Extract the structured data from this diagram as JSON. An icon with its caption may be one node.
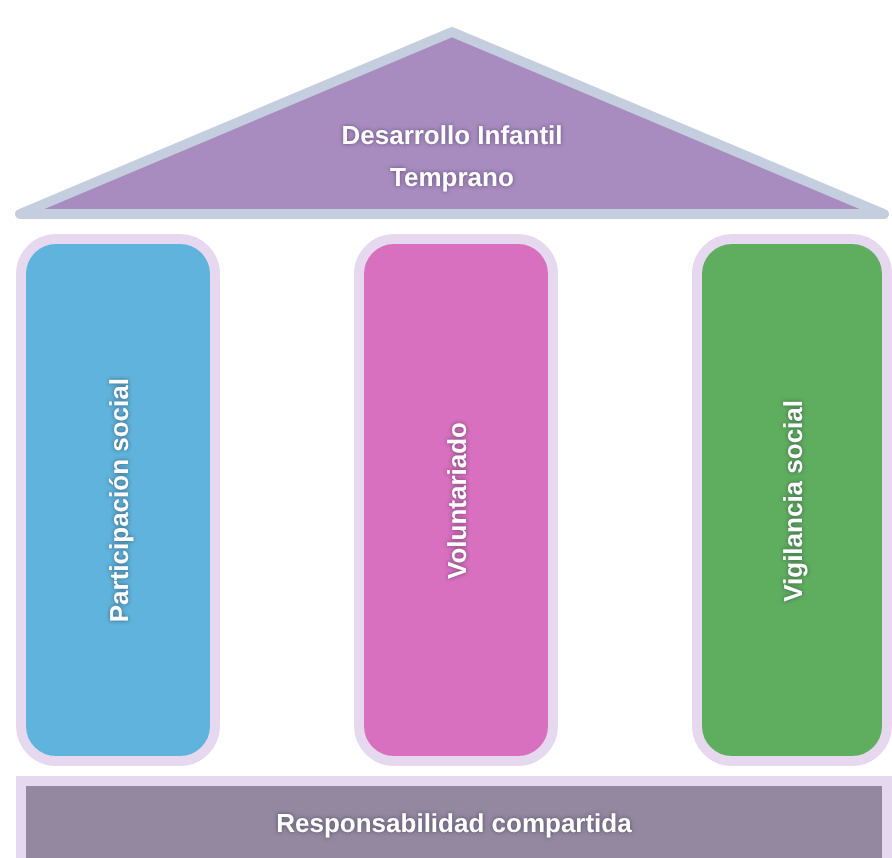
{
  "diagram": {
    "nodes": [
      {
        "text": [
          "Desarrollo Infantil Temprano"
        ]
      },
      {
        "text": [
          "Participación social"
        ]
      },
      {
        "text": [
          "Voluntariado"
        ]
      },
      {
        "text": [
          "Vigilancia social"
        ]
      },
      {
        "text": [
          "Responsabilidad compartida"
        ]
      }
    ]
  }
}
